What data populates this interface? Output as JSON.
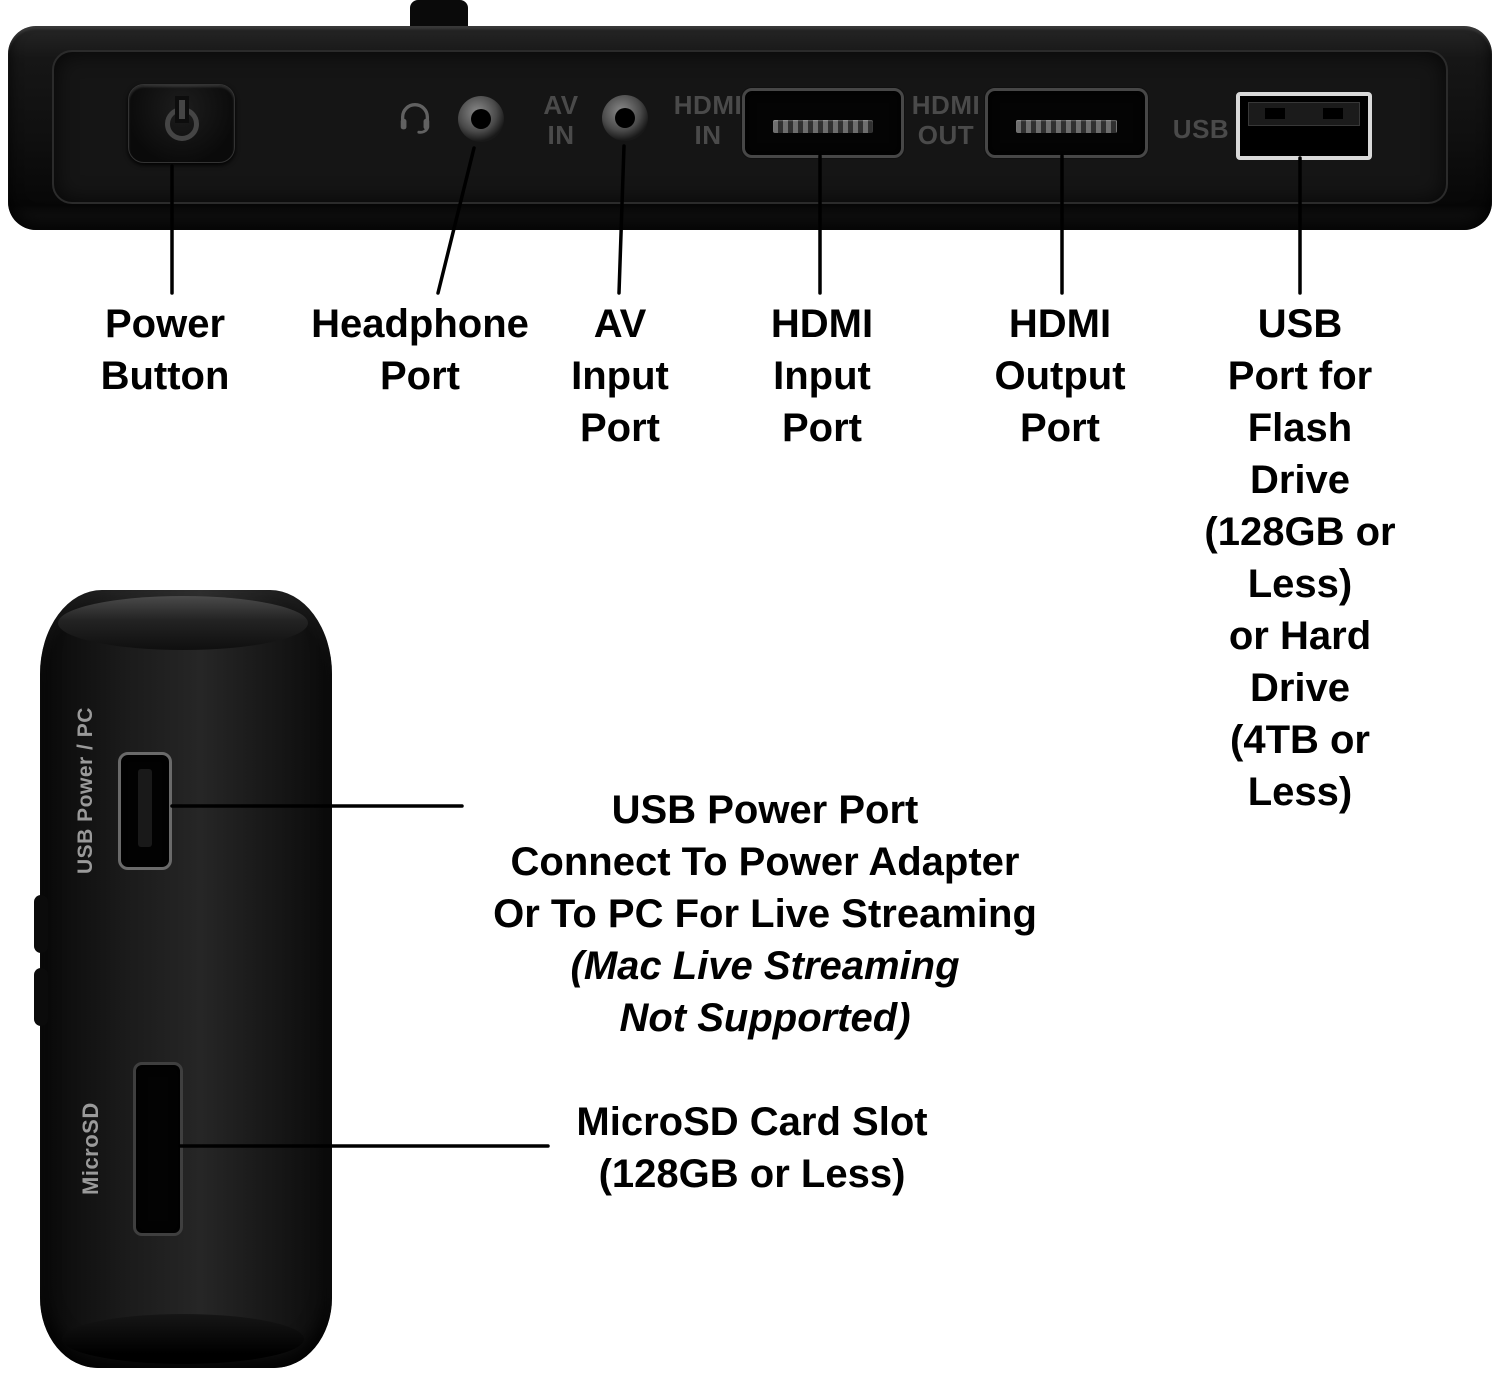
{
  "top_view": {
    "port_markings": {
      "av": "AV\nIN",
      "hdmi_in": "HDMI\nIN",
      "hdmi_out": "HDMI\nOUT",
      "usb": "USB"
    },
    "callout_labels": {
      "power": "Power\nButton",
      "headphone": "Headphone\nPort",
      "av": "AV\nInput\nPort",
      "hdmi_in": "HDMI\nInput\nPort",
      "hdmi_out": "HDMI\nOutput\nPort",
      "usb": "USB\nPort for\nFlash Drive\n(128GB or Less)\nor Hard Drive\n(4TB or Less)"
    }
  },
  "side_view": {
    "port_markings": {
      "usb_power": "USB Power / PC",
      "microsd": "MicroSD"
    },
    "callout_labels": {
      "usb_power_main": "USB Power Port\nConnect To Power Adapter\nOr To PC For Live Streaming",
      "usb_power_note": "(Mac Live Streaming\nNot Supported)",
      "microsd": "MicroSD Card Slot\n(128GB or Less)"
    }
  },
  "colors": {
    "background": "#ffffff",
    "device_body": "#141414",
    "panel_marking_text": "#4a4a4a",
    "side_marking_text": "#9a9a9a",
    "label_text": "#000000",
    "callout_line": "#000000"
  }
}
